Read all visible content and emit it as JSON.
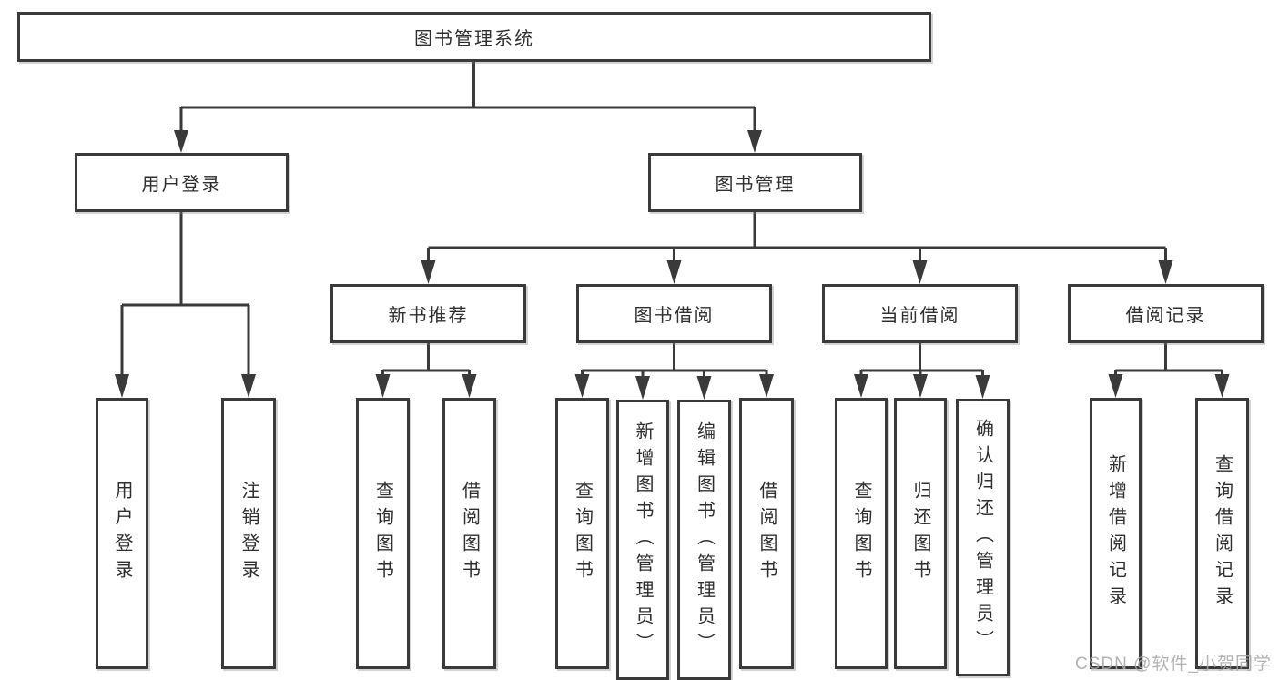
{
  "tree": {
    "label": "图书管理系统",
    "children": [
      {
        "label": "用户登录",
        "children": [
          {
            "label": "用户登录"
          },
          {
            "label": "注销登录"
          }
        ]
      },
      {
        "label": "图书管理",
        "children": [
          {
            "label": "新书推荐",
            "children": [
              {
                "label": "查询图书"
              },
              {
                "label": "借阅图书"
              }
            ]
          },
          {
            "label": "图书借阅",
            "children": [
              {
                "label": "查询图书"
              },
              {
                "label": "新增图书（管理员）"
              },
              {
                "label": "编辑图书（管理员）"
              },
              {
                "label": "借阅图书"
              }
            ]
          },
          {
            "label": "当前借阅",
            "children": [
              {
                "label": "查询图书"
              },
              {
                "label": "归还图书"
              },
              {
                "label": "确认归还（管理员）"
              }
            ]
          },
          {
            "label": "借阅记录",
            "children": [
              {
                "label": "新增借阅记录"
              },
              {
                "label": "查询借阅记录"
              }
            ]
          }
        ]
      }
    ]
  },
  "watermark": {
    "text": "CSDN @软件_小贺同学",
    "color": "#a8a8a8"
  },
  "colors": {
    "line": "#3a3a3a",
    "box_border": "#3a3a3a",
    "box_fill": "#ffffff",
    "text": "#2f2f2f",
    "background": "#ffffff"
  }
}
